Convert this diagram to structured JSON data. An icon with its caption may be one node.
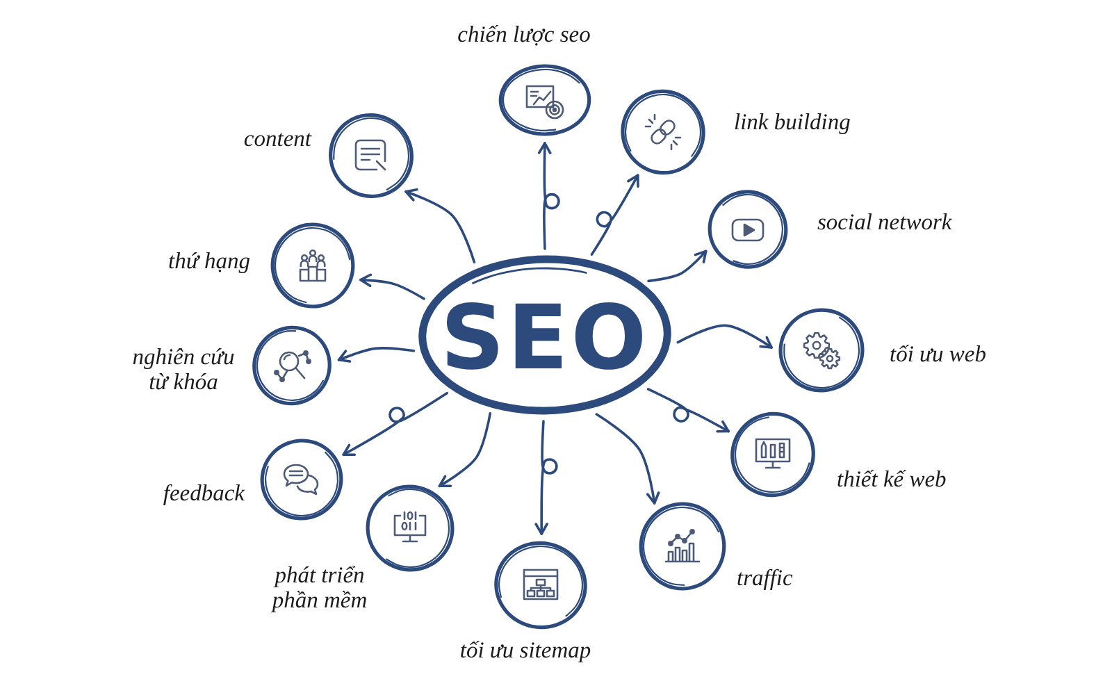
{
  "diagram": {
    "nodes": [
      {
        "text": [
          "SEO"
        ]
      },
      {
        "text": [
          "chiến lược seo"
        ]
      },
      {
        "text": [
          "link building"
        ]
      },
      {
        "text": [
          "social network"
        ]
      },
      {
        "text": [
          "tối ưu web"
        ]
      },
      {
        "text": [
          "thiết kế web"
        ]
      },
      {
        "text": [
          "traffic"
        ]
      },
      {
        "text": [
          "tối ưu sitemap"
        ]
      },
      {
        "text": [
          "phát triển phần mềm"
        ]
      },
      {
        "text": [
          "feedback"
        ]
      },
      {
        "text": [
          "nghiên cứu từ khóa"
        ]
      },
      {
        "text": [
          "thứ hạng"
        ]
      },
      {
        "text": [
          "content"
        ]
      }
    ],
    "edges": [
      {
        "from": 0,
        "to": 1,
        "arrow": "to"
      },
      {
        "from": 0,
        "to": 2,
        "arrow": "to"
      },
      {
        "from": 0,
        "to": 3,
        "arrow": "to"
      },
      {
        "from": 0,
        "to": 4,
        "arrow": "to"
      },
      {
        "from": 0,
        "to": 5,
        "arrow": "to"
      },
      {
        "from": 0,
        "to": 6,
        "arrow": "to"
      },
      {
        "from": 0,
        "to": 7,
        "arrow": "to"
      },
      {
        "from": 0,
        "to": 8,
        "arrow": "to"
      },
      {
        "from": 0,
        "to": 9,
        "arrow": "to"
      },
      {
        "from": 0,
        "to": 10,
        "arrow": "to"
      },
      {
        "from": 0,
        "to": 11,
        "arrow": "to"
      },
      {
        "from": 0,
        "to": 12,
        "arrow": "to"
      }
    ]
  }
}
